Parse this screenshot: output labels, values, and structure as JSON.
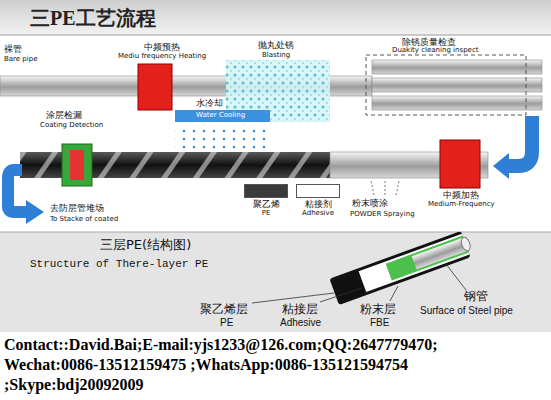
{
  "diagram": {
    "title": "三PE工艺流程",
    "nodes": [
      {
        "text": [
          "中频预热",
          "Mediu frequency Heating"
        ]
      },
      {
        "text": [
          "中频加热",
          "Medium-Frequency"
        ]
      },
      {
        "text": [
          "聚乙烯",
          "PE"
        ]
      },
      {
        "text": [
          "粘接剂",
          "Adhesive"
        ]
      },
      {
        "text": [
          "三层PE(结构图)",
          "Structure of There-layer PE"
        ]
      }
    ],
    "labels": [
      "裸管",
      "Bare pipe",
      "抛丸处锈",
      "Blasting",
      "除锈质量检查",
      "Duakity cleaning inspect",
      "涂层检漏",
      "Coating Detection",
      "水冷却",
      "Water Cooling",
      "去防层管堆场",
      "To Stacke of coated",
      "粉末喷涂",
      "POWDER Spraying",
      "聚乙烯层",
      "PE",
      "粘接层",
      "Adhesive",
      "粉末层",
      "FBE",
      "钢管",
      "Surface of Steel pipe",
      "Contact::David.Bai;E-mail:yjs1233@126.com;QQ:2647779470;",
      "Wechat:0086-13512159475 ;WhatsApp:0086-135121594754",
      ";Skype:bdj20092009"
    ]
  }
}
